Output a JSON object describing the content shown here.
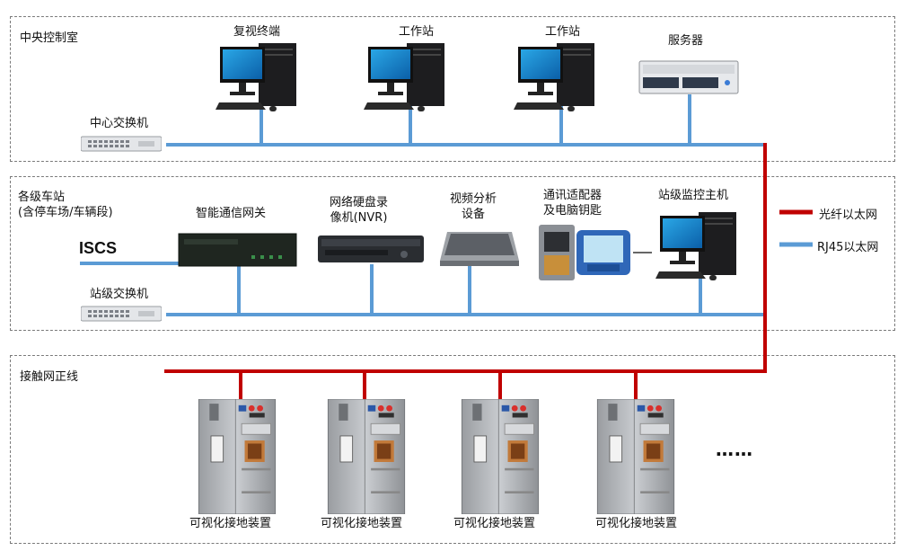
{
  "zones": {
    "control_room": {
      "title": "中央控制室"
    },
    "stations": {
      "title": "各级车站\n(含停车场/车辆段)"
    },
    "catenary": {
      "title": "接触网正线"
    }
  },
  "devices": {
    "review_terminal": "复视终端",
    "workstation_1": "工作站",
    "workstation_2": "工作站",
    "server": "服务器",
    "center_switch": "中心交换机",
    "smart_gateway": "智能通信网关",
    "nvr": "网络硬盘录\n像机(NVR)",
    "video_analysis": "视频分析\n设备",
    "comm_adapter": "通讯适配器\n及电脑钥匙",
    "station_monitor_host": "站级监控主机",
    "station_switch": "站级交换机",
    "iscs": "ISCS",
    "grounding_devices": [
      "可视化接地装置",
      "可视化接地装置",
      "可视化接地装置",
      "可视化接地装置"
    ],
    "more": "……"
  },
  "legend": {
    "fiber": {
      "label": "光纤以太网",
      "color": "#c00000"
    },
    "rj45": {
      "label": "RJ45以太网",
      "color": "#5b9bd5"
    }
  }
}
